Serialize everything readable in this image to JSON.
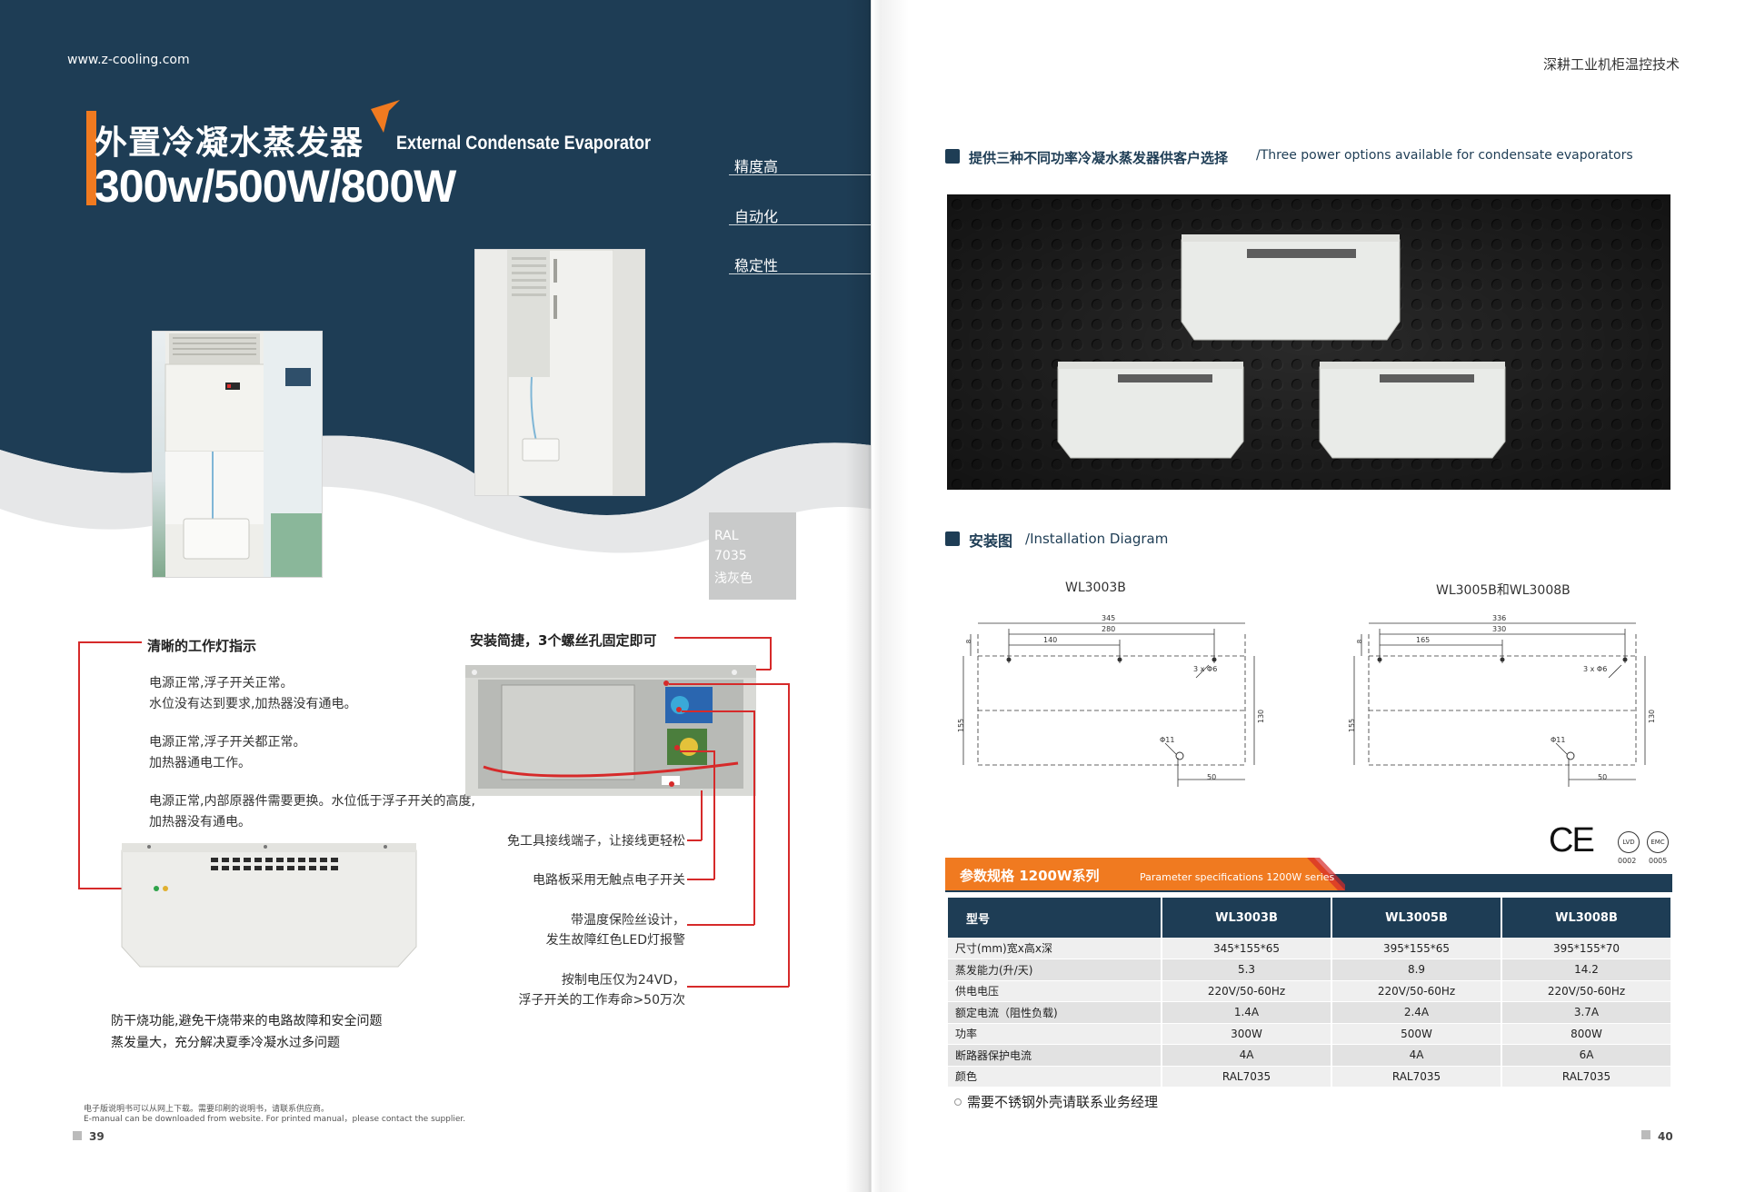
{
  "left": {
    "site_url": "www.z-cooling.com",
    "title_cn": "外置冷凝水蒸发器",
    "title_en": "External Condensate Evaporator",
    "title_power": "300w/500W/800W",
    "features": [
      "精度高",
      "自动化",
      "稳定性"
    ],
    "ral": {
      "line1": "RAL",
      "line2": "7035",
      "line3": "浅灰色"
    },
    "indicator_title": "清晰的工作灯指示",
    "indicator_texts": [
      "电源正常,浮子开关正常。",
      "水位没有达到要求,加热器没有通电。",
      "电源正常,浮子开关都正常。",
      "加热器通电工作。",
      "电源正常,内部原器件需要更换。水位低于浮子开关的高度,",
      "加热器没有通电。"
    ],
    "install_title": "安装简捷，3个螺丝孔固定即可",
    "annotations": [
      "免工具接线端子，让接线更轻松",
      "电路板采用无触点电子开关",
      "带温度保险丝设计，",
      "发生故障红色LED灯报警",
      "按制电压仅为24VD，",
      "浮子开关的工作寿命>50万次"
    ],
    "bottom_texts": [
      "防干烧功能,避免干烧带来的电路故障和安全问题",
      "蒸发量大，充分解决夏季冷凝水过多问题"
    ],
    "footnote_cn": "电子版说明书可以从网上下载。需要印刷的说明书，请联系供应商。",
    "footnote_en": "E-manual can be downloaded from website. For printed manual，please contact the supplier.",
    "page_number": "39"
  },
  "right": {
    "header": "深耕工业机柜温控技术",
    "section1": "提供三种不同功率冷凝水蒸发器供客户选择",
    "section1_en": "Three power options available for condensate evaporators",
    "section2": "安装图",
    "section2_en": "Installation Diagram",
    "diagram1": {
      "label": "WL3003B",
      "dims": {
        "total": "345",
        "hole_span": "280",
        "left": "140",
        "holes": "3 x Φ6",
        "height": "155",
        "inner_h": "130",
        "drain": "Φ11",
        "drain_off": "50",
        "small": "8"
      }
    },
    "diagram2": {
      "label": "WL3005B和WL3008B",
      "dims": {
        "total": "336",
        "hole_span": "330",
        "left": "165",
        "holes": "3 x Φ6",
        "height": "155",
        "inner_h": "130",
        "drain": "Φ11",
        "drain_off": "50",
        "small": "8"
      }
    },
    "cert": {
      "ce": "CE",
      "lvd": "LVD",
      "lvd_no": "0002",
      "emc": "EMC",
      "emc_no": "0005"
    },
    "table_title_cn": "参数规格 1200W系列",
    "table_title_en": "Parameter specifications 1200W series",
    "table": {
      "headers": [
        "型号",
        "WL3003B",
        "WL3005B",
        "WL3008B"
      ],
      "rows": [
        [
          "尺寸(mm)宽x高x深",
          "345*155*65",
          "395*155*65",
          "395*155*70"
        ],
        [
          "蒸发能力(升/天)",
          "5.3",
          "8.9",
          "14.2"
        ],
        [
          "供电电压",
          "220V/50-60Hz",
          "220V/50-60Hz",
          "220V/50-60Hz"
        ],
        [
          "额定电流（阻性负载)",
          "1.4A",
          "2.4A",
          "3.7A"
        ],
        [
          "功率",
          "300W",
          "500W",
          "800W"
        ],
        [
          "断路器保护电流",
          "4A",
          "4A",
          "6A"
        ],
        [
          "颜色",
          "RAL7035",
          "RAL7035",
          "RAL7035"
        ]
      ]
    },
    "note": "需要不锈钢外壳请联系业务经理",
    "page_number": "40"
  },
  "colors": {
    "navy": "#1e3d55",
    "orange": "#f07a20",
    "red": "#d62a2a"
  }
}
